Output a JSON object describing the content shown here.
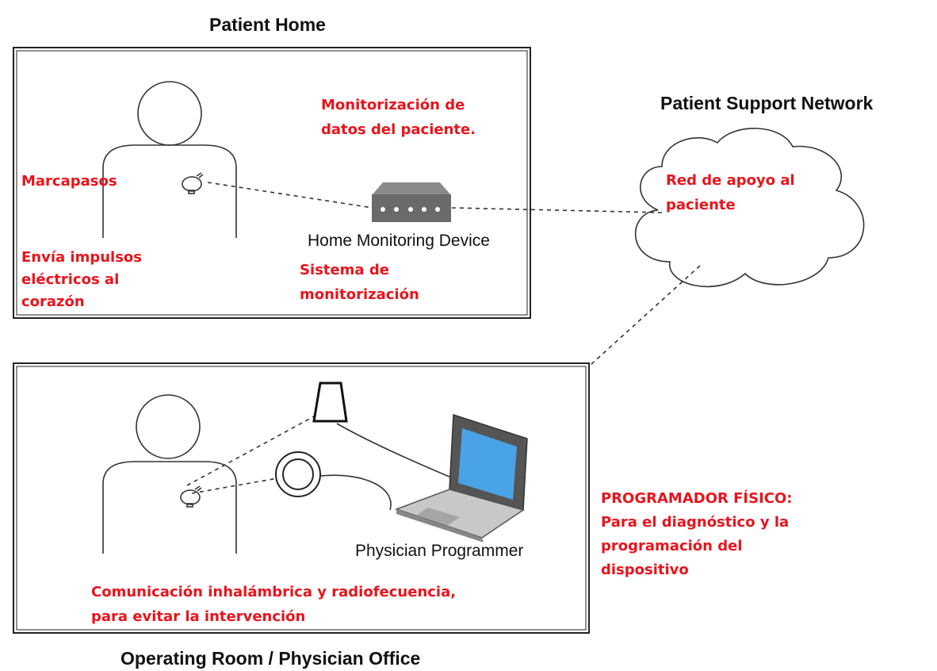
{
  "colors": {
    "annotation": "#e8141c",
    "line": "#333333",
    "box": "#222222",
    "screen": "#4aa3e6",
    "laptop_body": "#c8c8c8",
    "device_body": "#6a6a6a"
  },
  "icons": [
    "person-icon",
    "pacemaker-icon",
    "home-monitoring-device-icon",
    "cloud-icon",
    "antenna-wand-icon",
    "programming-head-icon",
    "laptop-icon"
  ],
  "titles": {
    "patient_home": "Patient Home",
    "support_network": "Patient Support Network",
    "operating_room": "Operating Room / Physician Office"
  },
  "devices": {
    "home_monitor": "Home Monitoring Device",
    "programmer": "Physician Programmer"
  },
  "annotations": {
    "pacemaker": "Marcapasos",
    "impulses": "Envía impulsos\neléctricos al\ncorazón",
    "data_monitoring": "Monitorización de\ndatos del paciente.",
    "monitor_system": "Sistema de\nmonitorización",
    "support_network": "Red de apoyo al\npaciente",
    "programmer": "PROGRAMADOR FÍSICO:\nPara el diagnóstico y la\nprogramación del\ndispositivo",
    "wireless": "Comunicación inhalámbrica y radiofecuencia,\npara evitar la intervención"
  }
}
